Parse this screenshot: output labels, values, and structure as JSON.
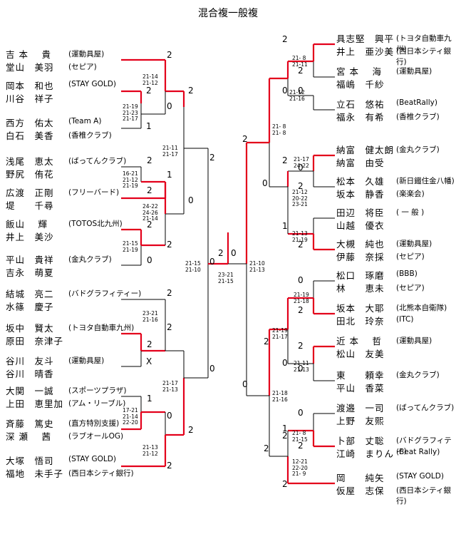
{
  "title": "混合複一般複",
  "left": [
    {
      "p1": "吉 本　 貴",
      "p2": "堂山　美羽",
      "c1": "(運動具屋)",
      "c2": "(セピア)"
    },
    {
      "p1": "岡本　和也",
      "p2": "川谷　祥子",
      "c1": "(STAY GOLD)",
      "c2": ""
    },
    {
      "p1": "西方　佑太",
      "p2": "白石　美香",
      "c1": "(Team A)",
      "c2": "(香椎クラブ)"
    },
    {
      "p1": "浅尾　恵太",
      "p2": "野尻　侑花",
      "c1": "(ばってんクラブ)",
      "c2": ""
    },
    {
      "p1": "広渡　正剛",
      "p2": "堤　　千尋",
      "c1": "(フリーバード)",
      "c2": ""
    },
    {
      "p1": "飯山　 輝",
      "p2": "井上　美沙",
      "c1": "(TOTOS北九州)",
      "c2": ""
    },
    {
      "p1": "平山　貴祥",
      "p2": "吉永　萌夏",
      "c1": "(金丸クラブ)",
      "c2": ""
    },
    {
      "p1": "結城　亮二",
      "p2": "水篠　慶子",
      "c1": "(バドグラフィティー)",
      "c2": ""
    },
    {
      "p1": "坂中　賢太",
      "p2": "原田　奈津子",
      "c1": "(トヨタ自動車九州)",
      "c2": ""
    },
    {
      "p1": "谷川　友斗",
      "p2": "谷川　晴香",
      "c1": "(運動具屋)",
      "c2": ""
    },
    {
      "p1": "大関　一誠",
      "p2": "上田　恵里加",
      "c1": "(スポーツプラザ)",
      "c2": "(アム・リーブル)"
    },
    {
      "p1": "斉藤　篤史",
      "p2": "深 瀬　 茜",
      "c1": "(直方特別支援)",
      "c2": "(ラブオールOG)"
    },
    {
      "p1": "大塚　悟司",
      "p2": "福地　未手子",
      "c1": "(STAY GOLD)",
      "c2": "(西日本シティ銀行)"
    }
  ],
  "right": [
    {
      "p1": "具志堅　興平",
      "p2": "井上　亜沙美",
      "c1": "(トヨタ自動車九州)",
      "c2": "(西日本シティ銀行)"
    },
    {
      "p1": "宮 本　 海",
      "p2": "福嶋　千紗",
      "c1": "(運動具屋)",
      "c2": ""
    },
    {
      "p1": "立石　悠祐",
      "p2": "福永　有希",
      "c1": "(BeatRally)",
      "c2": "(香椎クラブ)"
    },
    {
      "p1": "納富　健太朗",
      "p2": "納富　由受",
      "c1": "(金丸クラブ)",
      "c2": ""
    },
    {
      "p1": "松本　久雄",
      "p2": "坂本　静香",
      "c1": "(新日鐵住金八幡)",
      "c2": "(楽楽会)"
    },
    {
      "p1": "田辺　将臣",
      "p2": "山越　優衣",
      "c1": "( 一 般 )",
      "c2": ""
    },
    {
      "p1": "大槻　純也",
      "p2": "伊藤　奈採",
      "c1": "(運動具屋)",
      "c2": "(セピア)"
    },
    {
      "p1": "松口　琢磨",
      "p2": "林　　恵未",
      "c1": "(BBB)",
      "c2": "(セピア)"
    },
    {
      "p1": "坂本　大耶",
      "p2": "田北　玲奈",
      "c1": "(北熊本自衛隊)",
      "c2": "(ITC)"
    },
    {
      "p1": "近 本　 哲",
      "p2": "松山　友美",
      "c1": "(運動具屋)",
      "c2": ""
    },
    {
      "p1": "東　　頼幸",
      "p2": "平山　香菜",
      "c1": "(金丸クラブ)",
      "c2": ""
    },
    {
      "p1": "渡邉　一司",
      "p2": "上野　友熙",
      "c1": "(ばってんクラブ)",
      "c2": ""
    },
    {
      "p1": "卜部　丈聡",
      "p2": "江崎　まりん",
      "c1": "(バドグラフィティ)",
      "c2": "(Beat Rally)"
    },
    {
      "p1": "岡　　純矢",
      "p2": "仮屋　志保",
      "c1": "(STAY GOLD)",
      "c2": "(西日本シティ銀行)"
    }
  ],
  "scores": {
    "s1": "2",
    "s2": "2",
    "s3": "0",
    "s4": "1",
    "s5": "2",
    "s6": "2",
    "s7": "1",
    "s8": "2",
    "s9": "0",
    "s10": "2",
    "s11": "2",
    "s12": "0",
    "s13": "2",
    "s14": "2",
    "s15": "X",
    "s16": "2",
    "s17": "2",
    "s18": "0",
    "s19": "1",
    "s20": "0",
    "s21": "2",
    "s22": "0",
    "s23": "2",
    "s24": "2",
    "s25": "0",
    "s26": "2",
    "s27": "0",
    "s28": "2",
    "s29": "0",
    "r1": "2",
    "r2": "0",
    "r3": "2",
    "r4": "0",
    "r5": "2",
    "r6": "0",
    "r7": "1",
    "r8": "2",
    "r9": "2",
    "r10": "0",
    "r11": "2",
    "r12": "0",
    "r13": "2",
    "r14": "0",
    "r15": "1",
    "r16": "0",
    "r17": "2",
    "r18": "2",
    "r19": "0",
    "r20": "2",
    "r21": "0",
    "r22": "2",
    "r23": "0",
    "r24": "2",
    "r25": "2",
    "r26": "0",
    "r27": "0",
    "r28": "0",
    "r29": "2"
  },
  "details": {
    "d1": "21-14\n21-12",
    "d2": "21-19\n21-23\n21-17",
    "d3": "21-11\n21-17",
    "d4": "16-21\n21-12\n21-19",
    "d5": "24-22\n24-26\n21-14",
    "d6": "21-15\n21-19",
    "d7": "21-15\n21-10",
    "d8": "23-21\n21-16",
    "d9": "21-17\n21-13",
    "d10": "17-21\n21-14\n22-20",
    "d11": "21-13\n21-12",
    "d12": "23-21\n21-15",
    "e1": "21- 8\n21-11",
    "e2": "21-12\n21-16",
    "e3": "21- 8\n21- 8",
    "e4": "21-17\n24-22",
    "e5": "21-12\n20-22\n23-21",
    "e6": "21-13\n21-19",
    "e7": "21-10\n21-13",
    "e8": "21-19\n21-18",
    "e9": "21-19\n21-17",
    "e10": "21-11\n21-13",
    "e11": "21-18\n21-16",
    "e12": "21- 8\n21-15",
    "e13": "12-21\n22-20\n21- 9"
  },
  "colors": {
    "win": "#e3001b",
    "lose": "#000000"
  }
}
